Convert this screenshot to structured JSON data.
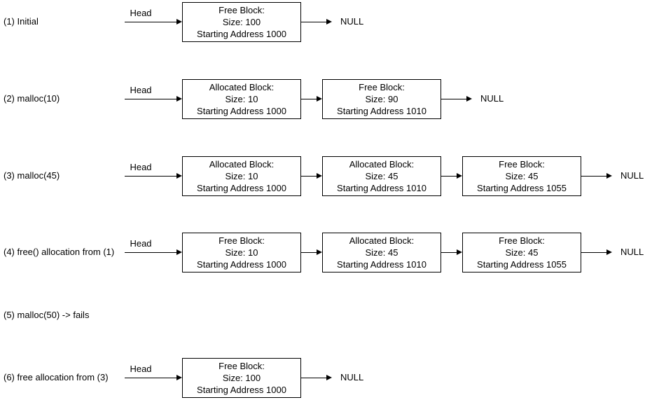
{
  "diagram": {
    "head_label": "Head",
    "null_label": "NULL",
    "colors": {
      "line": "#000000",
      "text": "#000000",
      "box_background": "#ffffff"
    },
    "rows": [
      {
        "label": "(1) Initial",
        "blocks": [
          {
            "type": "Free Block:",
            "size": "Size: 100",
            "address": "Starting Address 1000"
          }
        ]
      },
      {
        "label": "(2) malloc(10)",
        "blocks": [
          {
            "type": "Allocated Block:",
            "size": "Size: 10",
            "address": "Starting Address 1000"
          },
          {
            "type": "Free Block:",
            "size": "Size: 90",
            "address": "Starting Address 1010"
          }
        ]
      },
      {
        "label": "(3) malloc(45)",
        "blocks": [
          {
            "type": "Allocated Block:",
            "size": "Size: 10",
            "address": "Starting Address 1000"
          },
          {
            "type": "Allocated Block:",
            "size": "Size: 45",
            "address": "Starting Address 1010"
          },
          {
            "type": "Free Block:",
            "size": "Size: 45",
            "address": "Starting Address 1055"
          }
        ]
      },
      {
        "label": "(4) free() allocation from (1)",
        "blocks": [
          {
            "type": "Free Block:",
            "size": "Size: 10",
            "address": "Starting Address 1000"
          },
          {
            "type": "Allocated Block:",
            "size": "Size: 45",
            "address": "Starting Address 1010"
          },
          {
            "type": "Free Block:",
            "size": "Size: 45",
            "address": "Starting Address 1055"
          }
        ]
      },
      {
        "label": "(5) malloc(50) -> fails",
        "blocks": []
      },
      {
        "label": "(6) free allocation from (3)",
        "blocks": [
          {
            "type": "Free Block:",
            "size": "Size: 100",
            "address": "Starting Address 1000"
          }
        ]
      }
    ]
  }
}
